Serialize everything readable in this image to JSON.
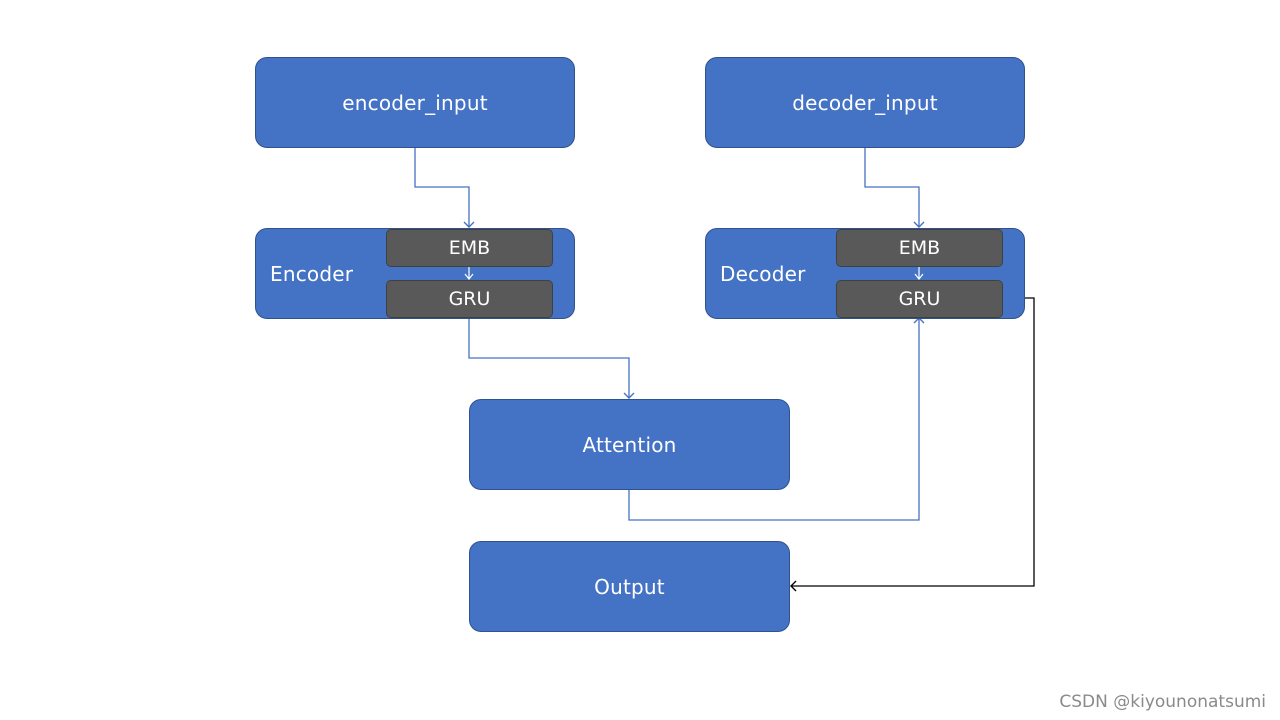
{
  "nodes": {
    "encoder_input": "encoder_input",
    "decoder_input": "decoder_input",
    "encoder": "Encoder",
    "decoder": "Decoder",
    "encoder_emb": "EMB",
    "encoder_gru": "GRU",
    "decoder_emb": "EMB",
    "decoder_gru": "GRU",
    "attention": "Attention",
    "output": "Output"
  },
  "colors": {
    "box_fill": "#4472c4",
    "box_border": "#2f528f",
    "chip_fill": "#595959",
    "connector_blue": "#4472c4",
    "connector_black": "#000000"
  },
  "watermark": "CSDN @kiyounonatsumi"
}
